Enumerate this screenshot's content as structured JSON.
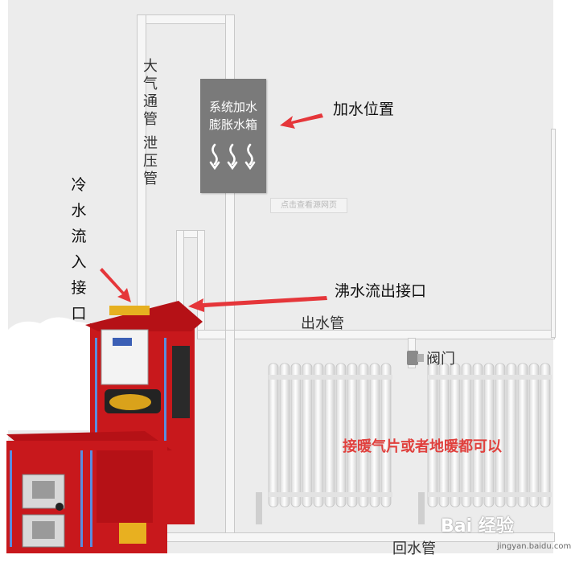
{
  "labels": {
    "vent_pipe": [
      "大",
      "气",
      "通",
      "管",
      "泄",
      "压",
      "管"
    ],
    "tank": [
      "系统加水",
      "膨胀水箱"
    ],
    "tank_watermark": "点击查看源网页",
    "add_water": "加水位置",
    "cold_inlet": [
      "冷",
      "水",
      "流",
      "入",
      "接",
      "口"
    ],
    "hot_outlet": "沸水流出接口",
    "outlet_pipe": "出水管",
    "valve": "阀门",
    "radiator_note": "接暖气片或者地暖都可以",
    "return_pipe": "回水管"
  },
  "watermark": {
    "brand": "Bai 经验",
    "site": "jingyan.baidu.com"
  },
  "colors": {
    "arrow": "#e5363a",
    "boiler": "#c8181c",
    "tank": "#7a7a7a",
    "radiator_note": "#e0403d"
  }
}
